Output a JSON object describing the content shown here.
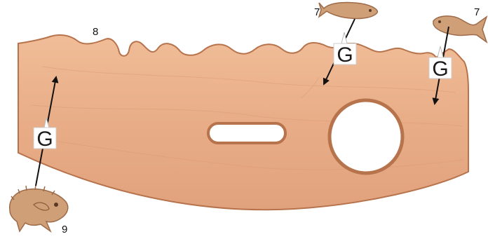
{
  "callouts": {
    "fish_top_center": "7",
    "fish_top_right": "7",
    "board_top_left": "8",
    "fish_bottom_left": "9"
  },
  "glue_marker": "G",
  "colors": {
    "wood_light": "#ebb38e",
    "wood_mid": "#e3a580",
    "wood_edge": "#b7734c",
    "fish": "#cf9f78",
    "arrow": "#111111",
    "background": "#ffffff"
  },
  "icons": {
    "board": "wavy-wooden-board",
    "slot": "rounded-slot-hole",
    "hole": "round-hole",
    "fish_small": "fish-icon",
    "fish_large": "puffer-fish-icon",
    "marker": "glue-tag-icon"
  }
}
